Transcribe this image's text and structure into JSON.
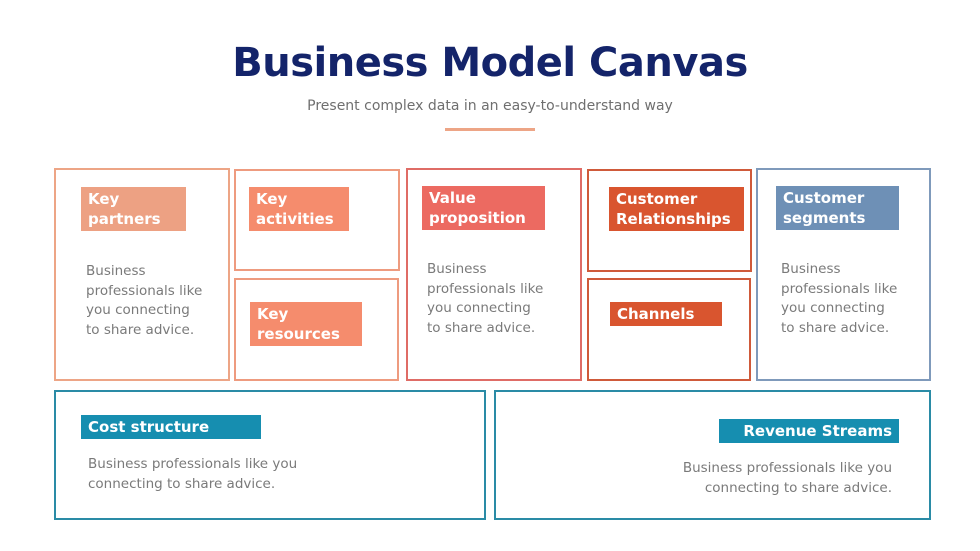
{
  "header": {
    "title": "Business Model Canvas",
    "subtitle": "Present complex data in an easy-to-understand way"
  },
  "colors": {
    "title": "#14246a",
    "accent_line": "#eda586",
    "key_partners": "#eda183",
    "key_activities": "#f58c6d",
    "key_resources": "#f58c6d",
    "value_proposition": "#ec6a61",
    "customer_relationships": "#d9552f",
    "channels": "#d9552f",
    "customer_segments": "#6e90b6",
    "cost_structure": "#168eb0",
    "revenue_streams": "#168eb0"
  },
  "blocks": {
    "key_partners": {
      "label_line1": "Key",
      "label_line2": "partners",
      "desc": [
        "Business",
        "professionals like",
        "you connecting",
        "to share advice."
      ]
    },
    "key_activities": {
      "label_line1": "Key",
      "label_line2": "activities"
    },
    "key_resources": {
      "label_line1": "Key",
      "label_line2": "resources"
    },
    "value_proposition": {
      "label_line1": "Value",
      "label_line2": "proposition",
      "desc": [
        "Business",
        "professionals like",
        "you connecting",
        "to share advice."
      ]
    },
    "customer_relationships": {
      "label_line1": "Customer",
      "label_line2": "Relationships"
    },
    "channels": {
      "label_line1": "Channels"
    },
    "customer_segments": {
      "label_line1": "Customer",
      "label_line2": "segments",
      "desc": [
        "Business",
        "professionals like",
        "you connecting",
        "to share advice."
      ]
    },
    "cost_structure": {
      "label_line1": "Cost structure",
      "desc": [
        "Business professionals like you",
        "connecting to share advice."
      ]
    },
    "revenue_streams": {
      "label_line1": "Revenue Streams",
      "desc": [
        "Business professionals like you",
        "connecting to share advice."
      ]
    }
  }
}
